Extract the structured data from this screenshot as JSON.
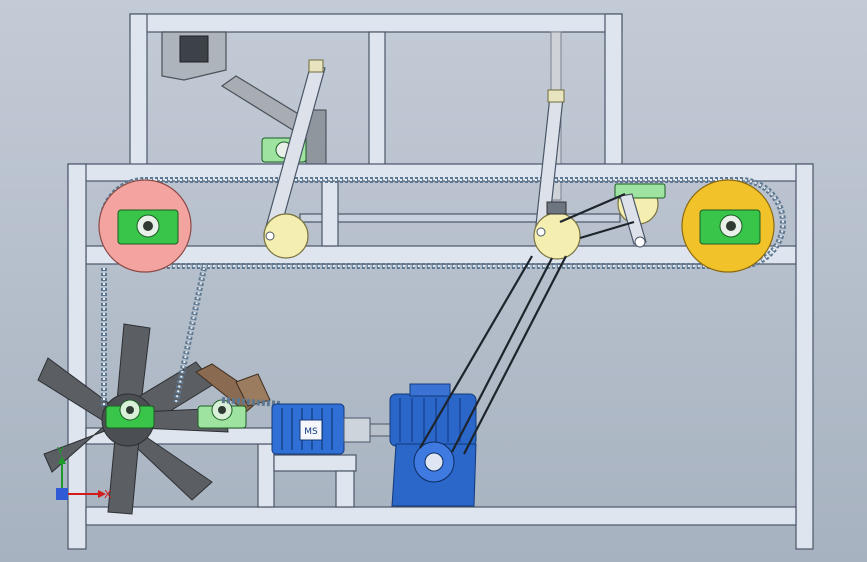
{
  "view": {
    "background_top": "#c3cbd6",
    "background_bottom": "#a7b2c0",
    "frame_color": "#dfe5ef"
  },
  "components": {
    "sprocket_left_color": "#f3a4a0",
    "sprocket_right_color": "#f2c22a",
    "bearing_color": "#39c44a",
    "crank_disc_color": "#f4eeb0",
    "motor_color": "#2f6fd6",
    "reducer_color": "#2b66c9",
    "hopper_color": "#aeb4bb",
    "star_wheel_color": "#5b5e63",
    "cam_arm_color": "#8a6a50",
    "motor_plate_label": "MS"
  },
  "triad": {
    "x_label": "X",
    "y_label": "Y"
  }
}
